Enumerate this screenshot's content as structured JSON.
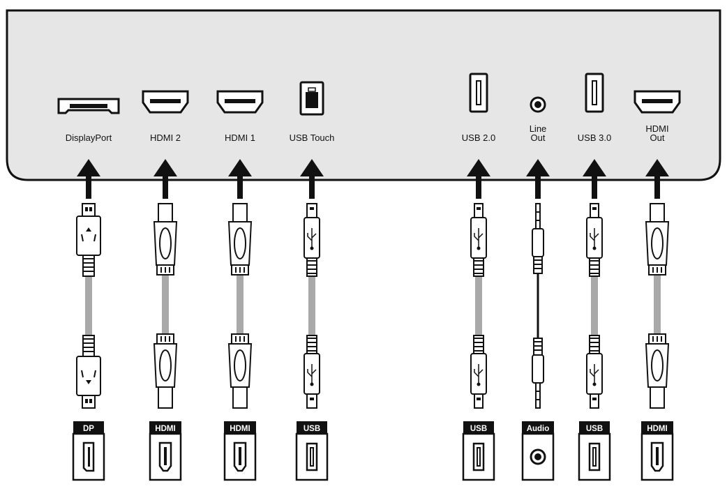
{
  "panel_ports": [
    {
      "id": "displayport",
      "label_lines": [
        "DisplayPort"
      ],
      "port": "displayport",
      "cable": "dp",
      "device_tag": "DP",
      "device_port": "dp"
    },
    {
      "id": "hdmi2",
      "label_lines": [
        "HDMI 2"
      ],
      "port": "hdmi",
      "cable": "hdmi",
      "device_tag": "HDMI",
      "device_port": "hdmi"
    },
    {
      "id": "hdmi1",
      "label_lines": [
        "HDMI 1"
      ],
      "port": "hdmi",
      "cable": "hdmi",
      "device_tag": "HDMI",
      "device_port": "hdmi"
    },
    {
      "id": "usb-touch",
      "label_lines": [
        "USB Touch"
      ],
      "port": "usb-b",
      "cable": "usb-b",
      "device_tag": "USB",
      "device_port": "usb"
    },
    {
      "id": "usb20",
      "label_lines": [
        "USB 2.0"
      ],
      "port": "usb-a",
      "cable": "usb-a",
      "device_tag": "USB",
      "device_port": "usb"
    },
    {
      "id": "line-out",
      "label_lines": [
        "Line",
        "Out"
      ],
      "port": "audio",
      "cable": "audio",
      "device_tag": "Audio",
      "device_port": "audio"
    },
    {
      "id": "usb30",
      "label_lines": [
        "USB 3.0"
      ],
      "port": "usb-a",
      "cable": "usb-a",
      "device_tag": "USB",
      "device_port": "usb"
    },
    {
      "id": "hdmi-out",
      "label_lines": [
        "HDMI",
        "Out"
      ],
      "port": "hdmi",
      "cable": "hdmi",
      "device_tag": "HDMI",
      "device_port": "hdmi"
    }
  ],
  "colors": {
    "panel_fill": "#e6e6e6",
    "outline": "#111111",
    "cable": "#a9a9a9",
    "arrow": "#111111",
    "tag_bg": "#111111"
  }
}
